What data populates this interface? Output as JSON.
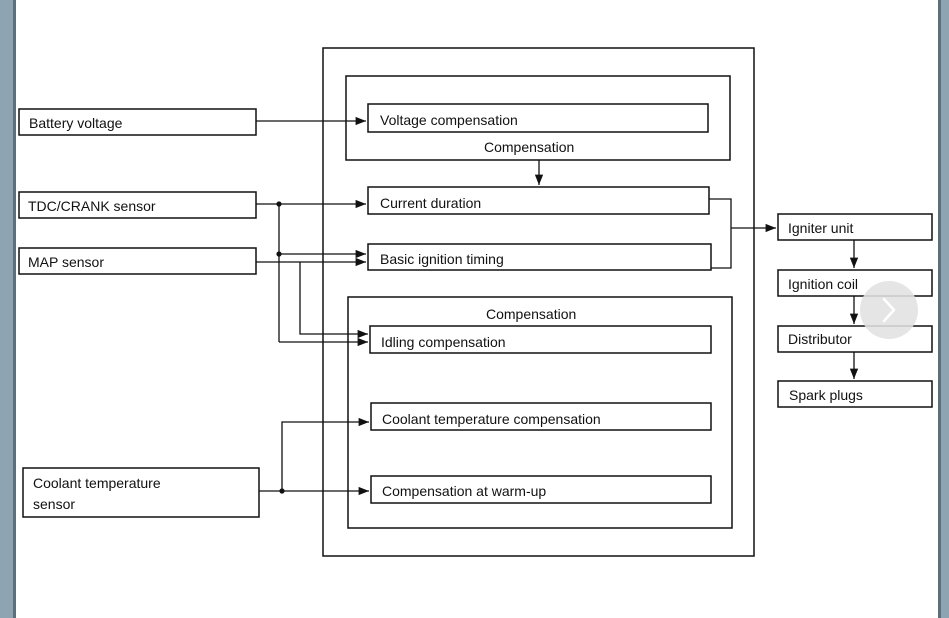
{
  "inputs": {
    "battery": "Battery voltage",
    "tdc": "TDC/CRANK sensor",
    "map": "MAP sensor",
    "coolant_line1": "Coolant temperature",
    "coolant_line2": "sensor"
  },
  "top_group": {
    "voltage_comp": "Voltage compensation",
    "label": "Compensation"
  },
  "main": {
    "current_duration": "Current duration",
    "basic_timing": "Basic ignition timing"
  },
  "bottom_group": {
    "label": "Compensation",
    "idling": "Idling compensation",
    "coolant_comp": "Coolant temperature compensation",
    "warmup": "Compensation at warm-up"
  },
  "outputs": {
    "igniter": "Igniter unit",
    "coil": "Ignition coil",
    "distributor": "Distributor",
    "spark": "Spark plugs"
  },
  "icons": {
    "next": "chevron-right-icon"
  }
}
